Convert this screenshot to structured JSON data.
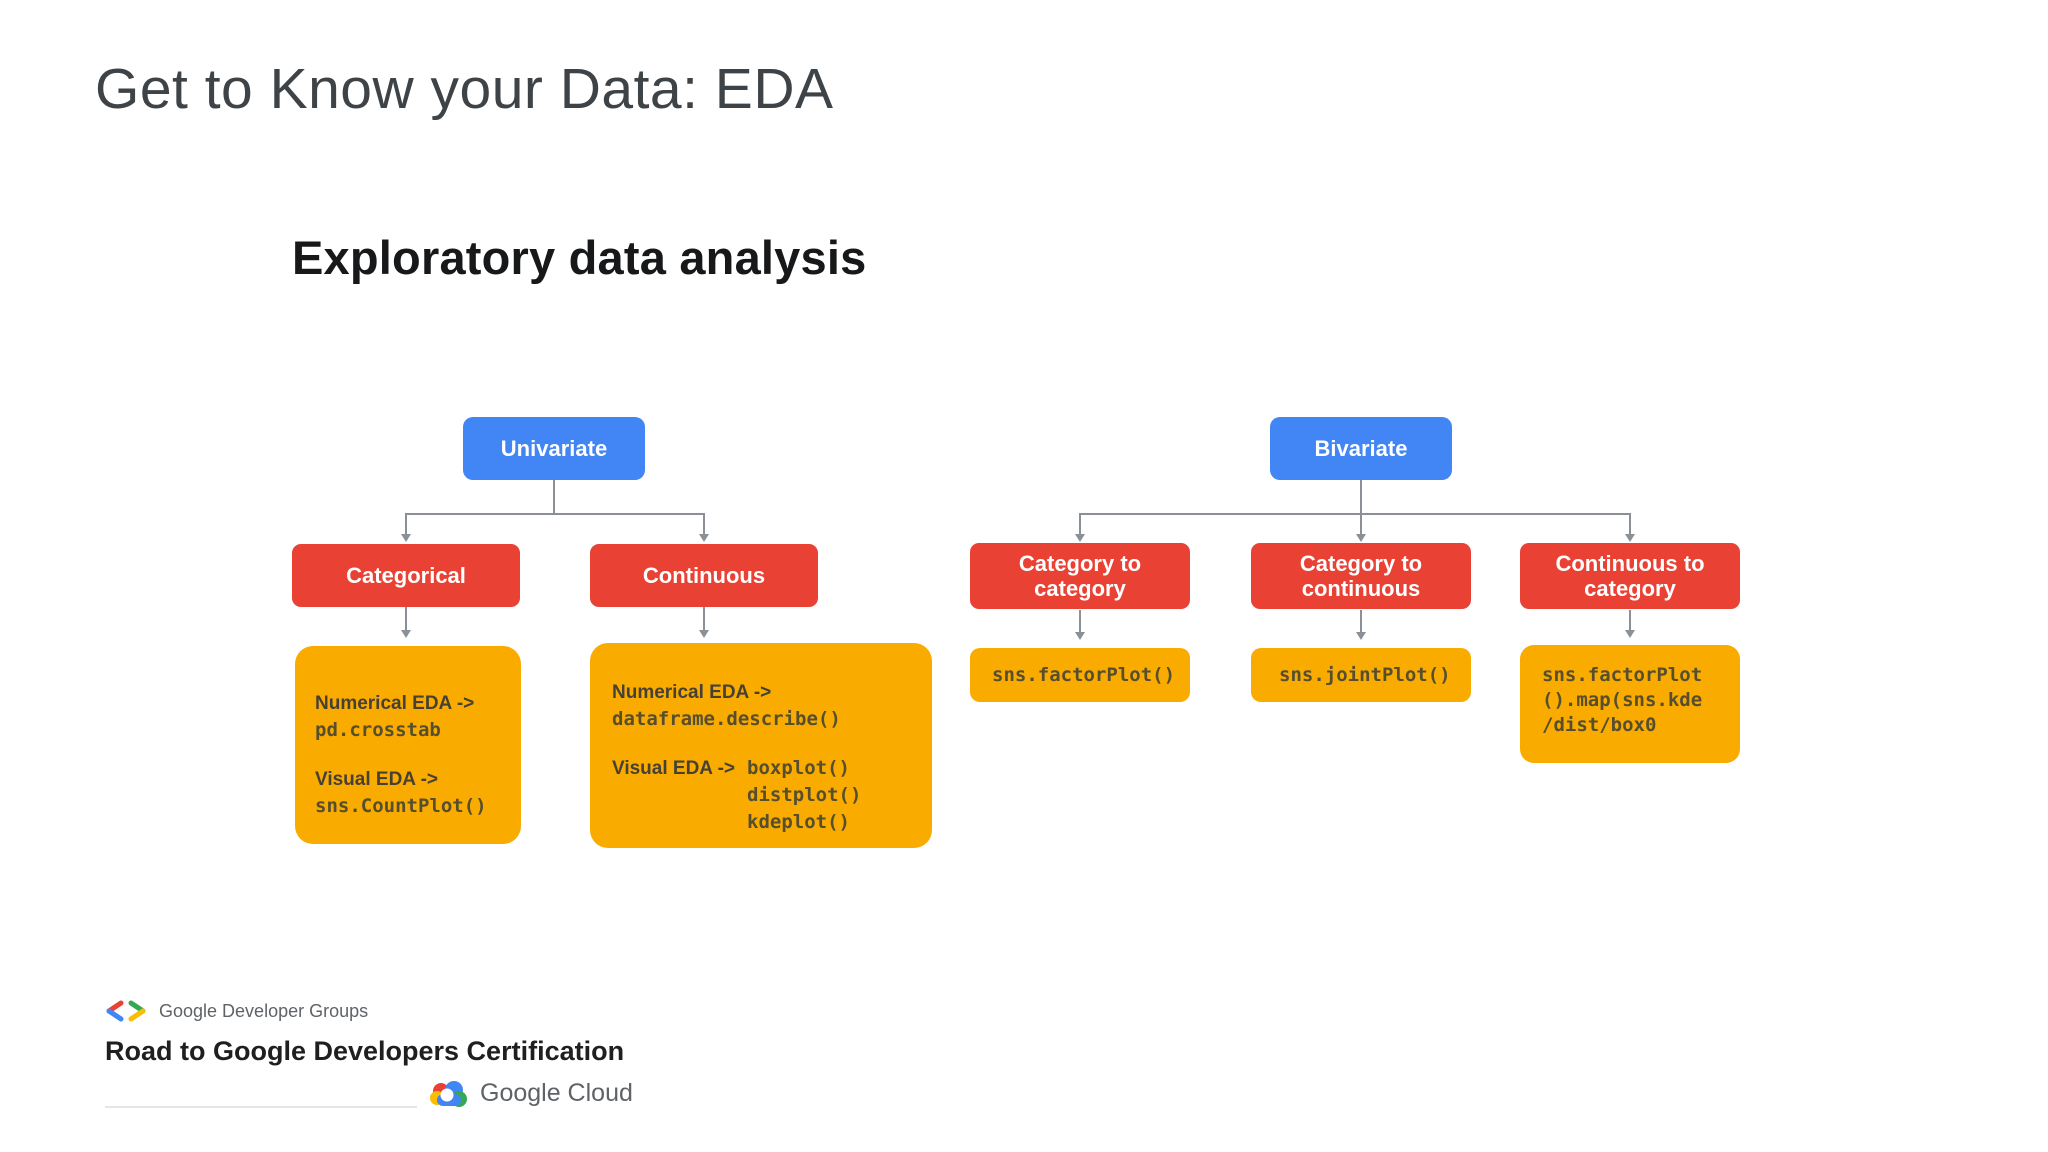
{
  "title": "Get to Know your Data: EDA",
  "diagram": {
    "heading": "Exploratory data analysis",
    "univariate": {
      "root_label": "Univariate",
      "categorical": {
        "label": "Categorical",
        "numerical_label": "Numerical EDA ->",
        "numerical_code": "pd.crosstab",
        "visual_label": "Visual EDA ->",
        "visual_code": "sns.CountPlot()"
      },
      "continuous": {
        "label": "Continuous",
        "numerical_label": "Numerical EDA ->",
        "numerical_code": "dataframe.describe()",
        "visual_label": "Visual EDA ->",
        "visual_codes": [
          "boxplot()",
          "distplot()",
          "kdeplot()"
        ]
      }
    },
    "bivariate": {
      "root_label": "Bivariate",
      "children": [
        {
          "label": "Category to category",
          "code_lines": [
            "sns.factorPlot()"
          ]
        },
        {
          "label": "Category to continuous",
          "code_lines": [
            "sns.jointPlot()"
          ]
        },
        {
          "label": "Continuous to category",
          "code_lines": [
            "sns.factorPlot",
            "().map(sns.kde",
            "/dist/box0"
          ]
        }
      ]
    }
  },
  "footer": {
    "gdg_label": "Google Developer Groups",
    "program_title": "Road to Google Developers Certification",
    "cloud_label": "Google Cloud"
  },
  "colors": {
    "blue": "#4285F4",
    "red": "#E94235",
    "yellow": "#F9AB00",
    "connector": "#8A9095"
  }
}
